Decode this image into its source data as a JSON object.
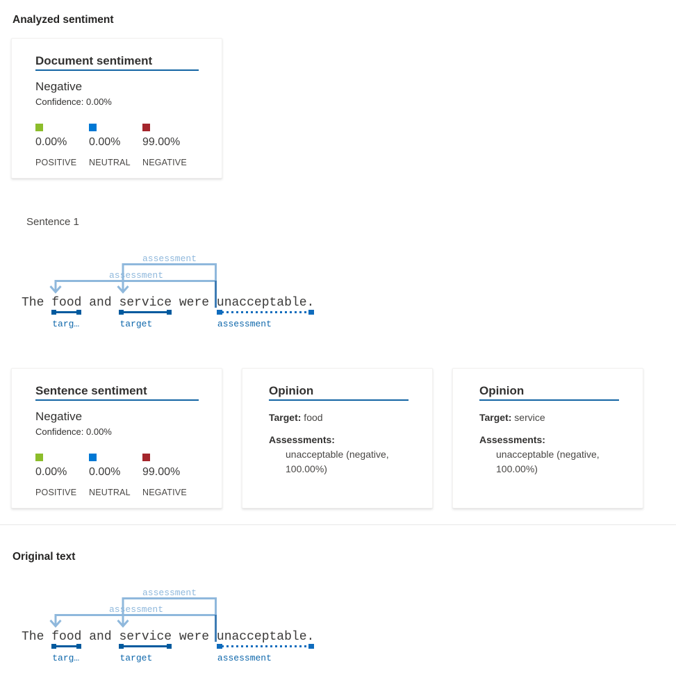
{
  "page": {
    "analyzed_heading": "Analyzed sentiment",
    "sentence_label": "Sentence 1",
    "original_heading": "Original text"
  },
  "colors": {
    "positive": "#8cbd2b",
    "neutral": "#0078d4",
    "negative": "#a4262c",
    "title_underline": "#1264a3",
    "target_underline": "#005a9e",
    "bracket_light_blue": "#8fb8dc"
  },
  "document_sentiment": {
    "title": "Document sentiment",
    "sentiment": "Negative",
    "confidence": "Confidence: 0.00%",
    "scores": [
      {
        "label": "POSITIVE",
        "value": "0.00%",
        "color": "#8cbd2b"
      },
      {
        "label": "NEUTRAL",
        "value": "0.00%",
        "color": "#0078d4"
      },
      {
        "label": "NEGATIVE",
        "value": "99.00%",
        "color": "#a4262c"
      }
    ]
  },
  "sentence_sentiment": {
    "title": "Sentence sentiment",
    "sentiment": "Negative",
    "confidence": "Confidence: 0.00%",
    "scores": [
      {
        "label": "POSITIVE",
        "value": "0.00%",
        "color": "#8cbd2b"
      },
      {
        "label": "NEUTRAL",
        "value": "0.00%",
        "color": "#0078d4"
      },
      {
        "label": "NEGATIVE",
        "value": "99.00%",
        "color": "#a4262c"
      }
    ]
  },
  "opinions": [
    {
      "title": "Opinion",
      "target_label": "Target:",
      "target": " food",
      "assessments_label": "Assessments:",
      "assessment": "unacceptable (negative, 100.00%)"
    },
    {
      "title": "Opinion",
      "target_label": "Target:",
      "target": " service",
      "assessments_label": "Assessments:",
      "assessment": "unacceptable (negative, 100.00%)"
    }
  ],
  "annotation": {
    "tokens": {
      "t0": "The ",
      "t1": "food",
      "t2": " and ",
      "t3": "service",
      "t4": " were ",
      "t5": "unacceptable."
    },
    "underline_labels": {
      "food": "targ…",
      "service": "target",
      "assessment": "assessment"
    },
    "bracket_labels": {
      "a": "assessment",
      "b": "assessment"
    }
  }
}
